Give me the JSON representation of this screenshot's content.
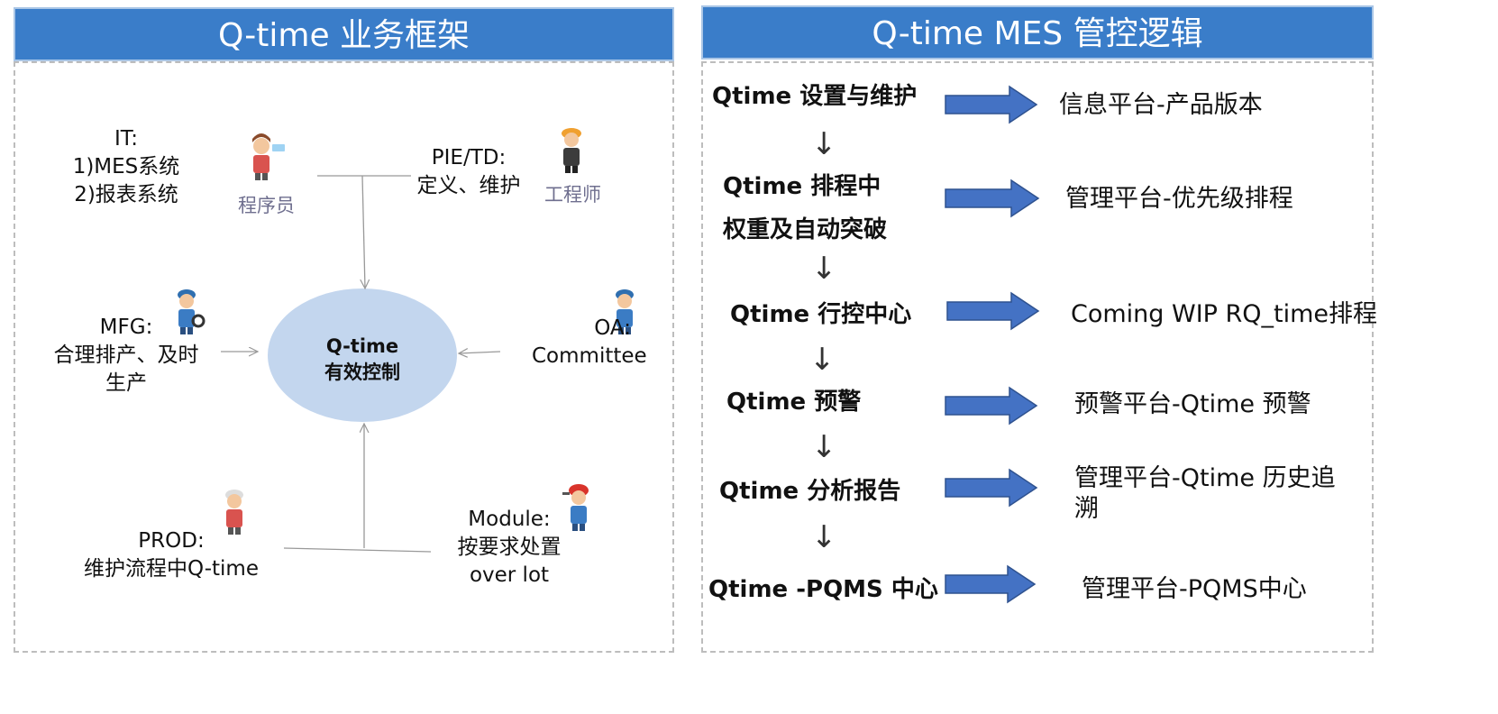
{
  "left_panel": {
    "title": "Q-time 业务框架",
    "center": {
      "line1": "Q-time",
      "line2": "有效控制"
    },
    "it": {
      "line1": "IT:",
      "line2": "1)MES系统",
      "line3": "2)报表系统",
      "role": "程序员"
    },
    "pie": {
      "line1": "PIE/TD:",
      "line2": "定义、维护",
      "role": "工程师"
    },
    "mfg": {
      "line1": "MFG:",
      "line2": "合理排产、及时",
      "line3": "生产"
    },
    "oa": {
      "line1": "OA:",
      "line2": "Committee"
    },
    "prod": {
      "line1": "PROD:",
      "line2": "维护流程中Q-time"
    },
    "module": {
      "line1": "Module:",
      "line2": "按要求处置",
      "line3": "over lot"
    }
  },
  "right_panel": {
    "title": "Q-time MES 管控逻辑",
    "steps": [
      {
        "label": "Qtime 设置与维护",
        "result": "信息平台-产品版本"
      },
      {
        "label": "Qtime 排程中",
        "label2": "权重及自动突破",
        "result": "管理平台-优先级排程"
      },
      {
        "label": "Qtime 行控中心",
        "result": "Coming WIP RQ_time排程"
      },
      {
        "label": "Qtime 预警",
        "result": "预警平台-Qtime 预警"
      },
      {
        "label": "Qtime 分析报告",
        "result": "管理平台-Qtime 历史追",
        "result2": "溯"
      },
      {
        "label": "Qtime -PQMS 中心",
        "result": "管理平台-PQMS中心"
      }
    ]
  },
  "colors": {
    "header": "#3a7dc9",
    "ellipse": "#c3d6ee",
    "arrow": "#4472c4",
    "arrow_border": "#2f528f"
  }
}
